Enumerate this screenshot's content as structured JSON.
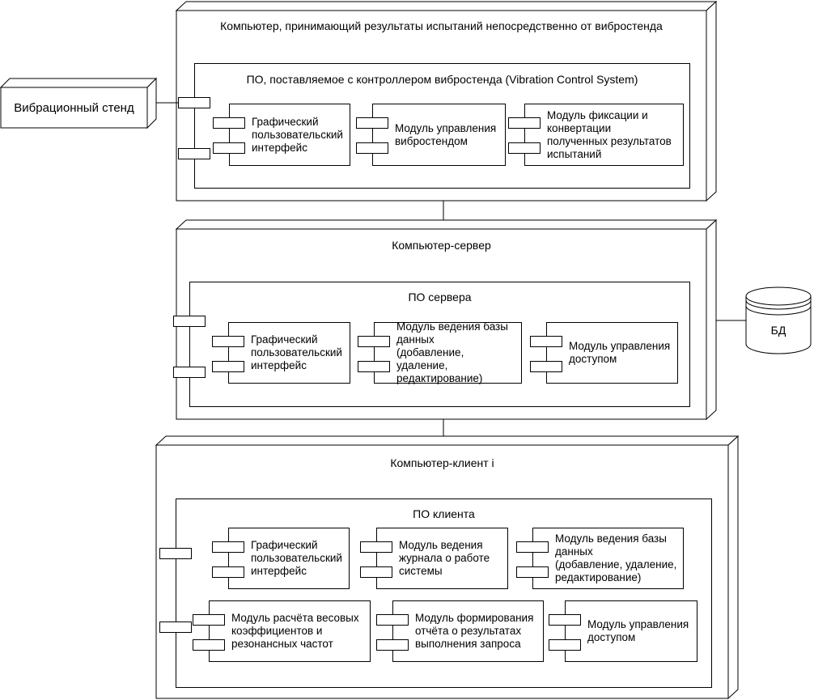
{
  "diagram": {
    "colors": {
      "stroke": "#000000",
      "background": "#ffffff"
    },
    "stand": {
      "label": "Вибрационный стенд"
    },
    "db": {
      "label": "БД"
    },
    "nodes": [
      {
        "title": "Компьютер, принимающий результаты испытаний непосредственно от вибростенда",
        "software": {
          "title": "ПО, поставляемое с контроллером вибростенда (Vibration Control System)",
          "components": [
            "Графический\nпользовательский\nинтерфейс",
            "Модуль управления\nвибростендом",
            "Модуль фиксации и\nконвертации\nполученных результатов\nиспытаний"
          ]
        }
      },
      {
        "title": "Компьютер-сервер",
        "software": {
          "title": "ПО сервера",
          "components": [
            "Графический\nпользовательский\nинтерфейс",
            "Модуль ведения базы\nданных\n(добавление, удаление,\nредактирование)",
            "Модуль управления\nдоступом"
          ]
        }
      },
      {
        "title": "Компьютер-клиент i",
        "software": {
          "title": "ПО клиента",
          "components": [
            "Графический\nпользовательский\nинтерфейс",
            "Модуль ведения\nжурнала о работе\nсистемы",
            "Модуль ведения базы\nданных\n(добавление, удаление,\nредактирование)",
            "Модуль расчёта весовых\nкоэффициентов и\nрезонансных частот",
            "Модуль формирования\nотчёта о результатах\nвыполнения запроса",
            "Модуль управления\nдоступом"
          ]
        }
      }
    ]
  }
}
